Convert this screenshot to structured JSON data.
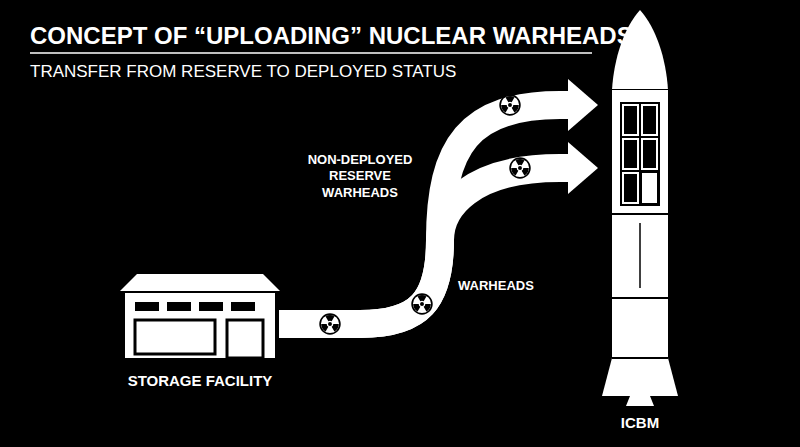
{
  "diagram": {
    "title": "CONCEPT OF “UPLOADING” NUCLEAR WARHEADS",
    "nodes": [
      {
        "text": [
          "STORAGE FACILITY"
        ]
      },
      {
        "text": [
          "ICBM"
        ]
      }
    ],
    "edges": [
      {
        "from": 0,
        "to": 1,
        "arrow": "to"
      },
      {
        "from": 0,
        "to": 1,
        "arrow": "to"
      }
    ],
    "labels": [
      "TRANSFER FROM RESERVE TO DEPLOYED STATUS",
      "NON-DEPLOYED RESERVE WARHEADS",
      "WARHEADS"
    ]
  }
}
